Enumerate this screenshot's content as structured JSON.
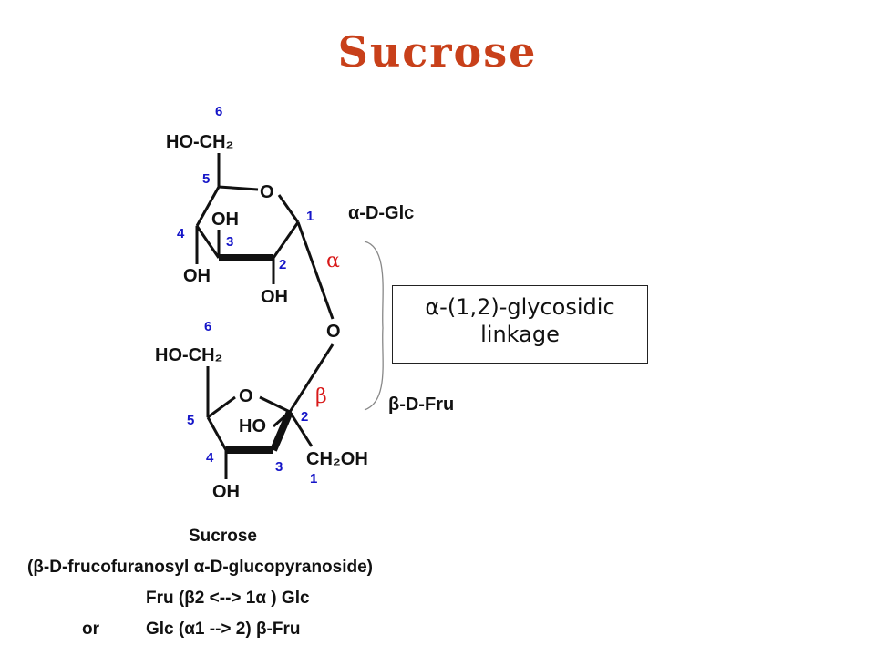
{
  "title": "Sucrose",
  "structure": {
    "glc_label": "α-D-Glc",
    "fru_label": "β-D-Fru",
    "alpha_symbol": "α",
    "beta_symbol": "β",
    "glc_hoch2": "HO-CH₂",
    "glc_ring_o": "O",
    "glc_oh_c3": "OH",
    "glc_oh_c4": "OH",
    "glc_oh_c2": "OH",
    "bridge_o": "O",
    "fru_hoch2": "HO-CH₂",
    "fru_ring_o": "O",
    "fru_ho_c3": "HO",
    "fru_ch2oh": "CH₂OH",
    "fru_oh_c4": "OH",
    "glc_numbers": [
      "6",
      "5",
      "1",
      "4",
      "3",
      "2"
    ],
    "fru_numbers": [
      "6",
      "5",
      "2",
      "4",
      "3",
      "1"
    ]
  },
  "callout": {
    "line1": "α-(1,2)-glycosidic",
    "line2": "linkage"
  },
  "caption": {
    "name": "Sucrose",
    "systematic": "(β-D-frucofuranosyl α-D-glucopyranoside)",
    "short1": "Fru (β2 <--> 1α ) Glc",
    "or": "or",
    "short2": "Glc (α1 --> 2) β-Fru"
  },
  "colors": {
    "title": "#c8401a",
    "numbers": "#1515c8",
    "greek": "#d81818"
  }
}
